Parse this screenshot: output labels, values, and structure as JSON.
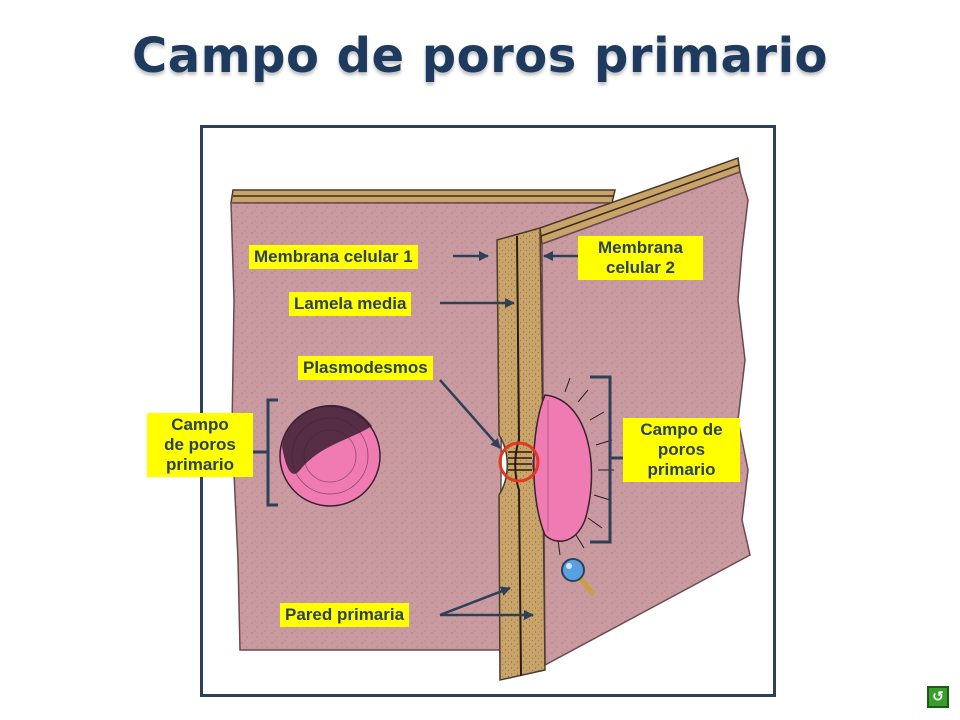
{
  "title": "Campo de poros primario",
  "labels": {
    "membrana1": "Membrana celular 1",
    "membrana2": "Membrana\ncelular 2",
    "lamela": "Lamela media",
    "plasmodesmos": "Plasmodesmos",
    "campo_left": "Campo\nde poros\nprimario",
    "campo_right": "Campo de\nporos\nprimario",
    "pared": "Pared primaria"
  },
  "icons": {
    "magnifier": "magnifier-icon",
    "nav": "return-icon",
    "nav_glyph": "↺"
  },
  "colors": {
    "title": "#1e3a5f",
    "frame": "#2c4158",
    "label_bg": "#ffff00",
    "label_text": "#2c4158",
    "wall": "#c99aa0",
    "wall_edge": "#c9a46a",
    "pit": "#f07ab2",
    "highlight": "#e03a1e"
  }
}
